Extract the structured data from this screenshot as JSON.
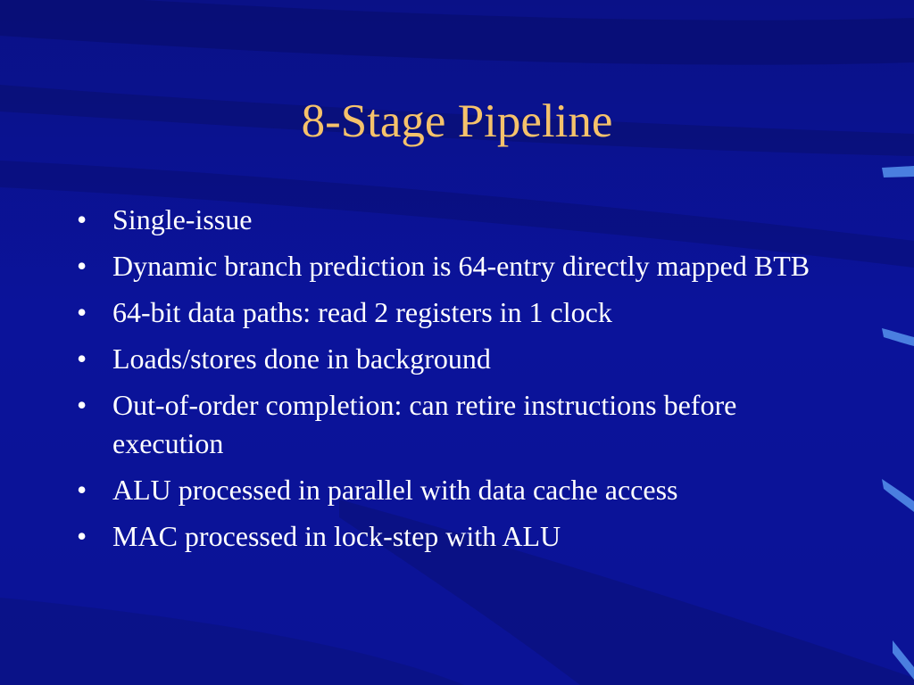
{
  "slide": {
    "title": "8-Stage Pipeline",
    "bullet_glyph": "•",
    "bullets": [
      "Single-issue",
      "Dynamic branch prediction is 64-entry directly mapped BTB",
      "64-bit data paths: read 2 registers in 1 clock",
      "Loads/stores done in background",
      "Out-of-order completion: can retire instructions before execution",
      "ALU processed in parallel with data cache access",
      "MAC processed in lock-step with ALU"
    ]
  },
  "colors": {
    "background": "#0b139a",
    "title": "#f5c26b",
    "body_text": "#ffffff",
    "accent_stripes": "#4a7fe0"
  }
}
